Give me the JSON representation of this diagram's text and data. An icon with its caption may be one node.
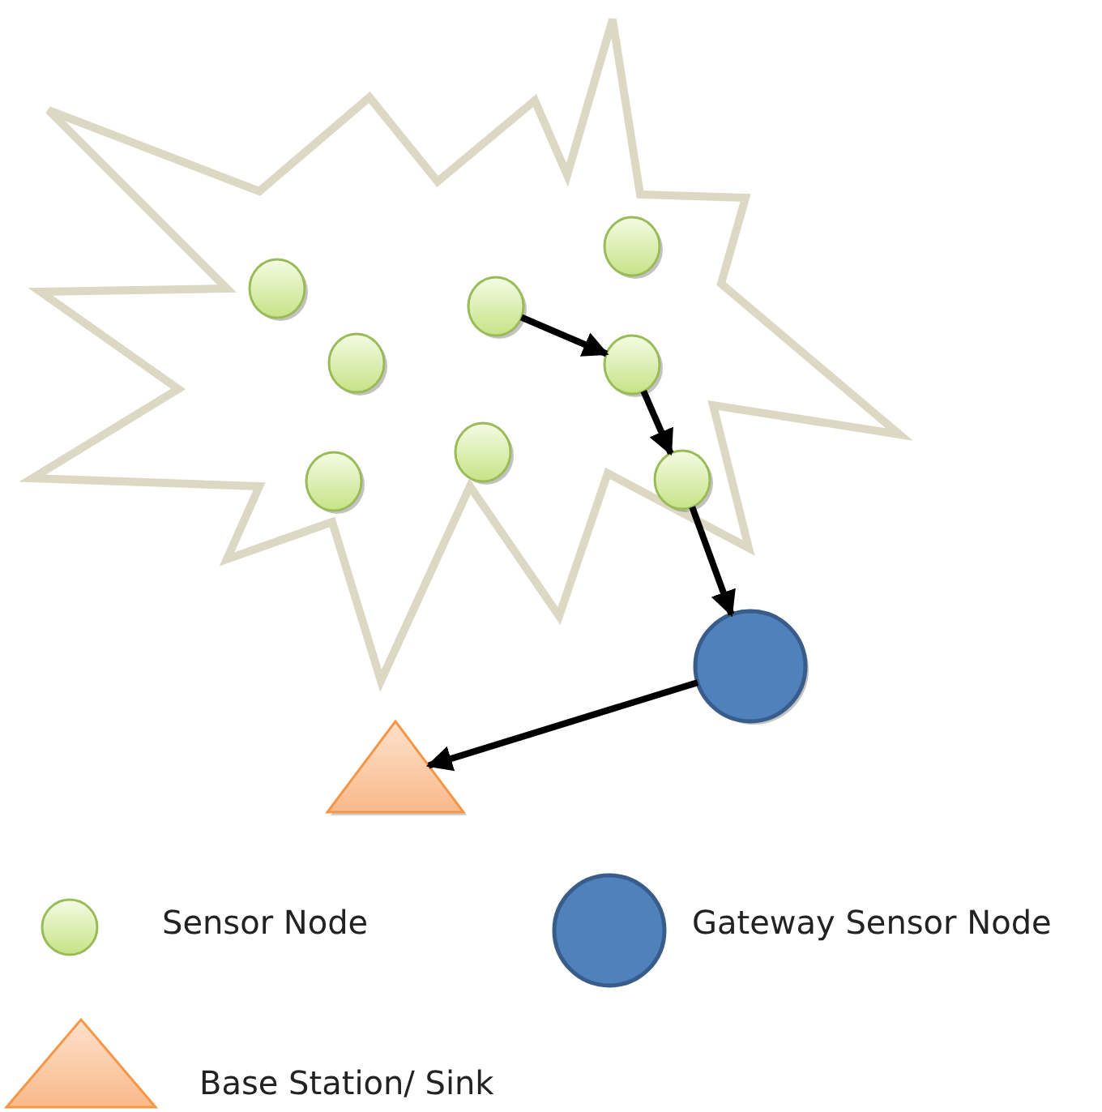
{
  "diagram": {
    "nodes": [
      {
        "text": [],
        "shape": "star"
      },
      {
        "text": [],
        "shape": "circle",
        "in": 0
      },
      {
        "text": [],
        "shape": "circle",
        "in": 0
      },
      {
        "text": [],
        "shape": "circle",
        "in": 0
      },
      {
        "text": [],
        "shape": "circle",
        "in": 0
      },
      {
        "text": [],
        "shape": "circle",
        "in": 0
      },
      {
        "text": [],
        "shape": "circle",
        "in": 0
      },
      {
        "text": [],
        "shape": "circle",
        "in": 0
      },
      {
        "text": [],
        "shape": "circle",
        "in": 0
      },
      {
        "text": [],
        "shape": "circle"
      },
      {
        "text": [],
        "shape": "triangle"
      }
    ],
    "edges": [
      {
        "from": 3,
        "to": 5,
        "arrow": "to"
      },
      {
        "from": 5,
        "to": 8,
        "arrow": "to"
      },
      {
        "from": 8,
        "to": 9,
        "arrow": "to"
      },
      {
        "from": 9,
        "to": 10,
        "arrow": "to"
      }
    ],
    "legend": [
      {
        "text": "Sensor Node"
      },
      {
        "text": "Gateway Sensor Node"
      },
      {
        "text": "Base Station/ Sink"
      }
    ]
  }
}
